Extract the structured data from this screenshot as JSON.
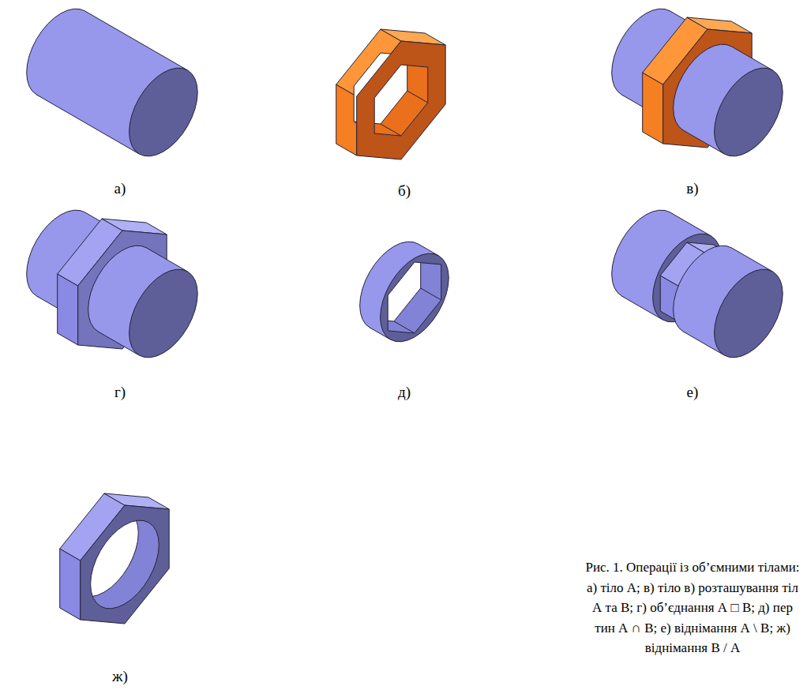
{
  "diagram": {
    "caption": "Рис. 1. Операції із об’ємними тілами: а) тіло А; в) тіло в) розташування тіл А та В; г) об’єднання А □ В; д) пер тин А ∩ В; е) віднімання А \\ В; ж) віднімання В / А",
    "labels": [
      "а)",
      "б)",
      "в)",
      "г)",
      "д)",
      "е)",
      "ж)"
    ]
  }
}
